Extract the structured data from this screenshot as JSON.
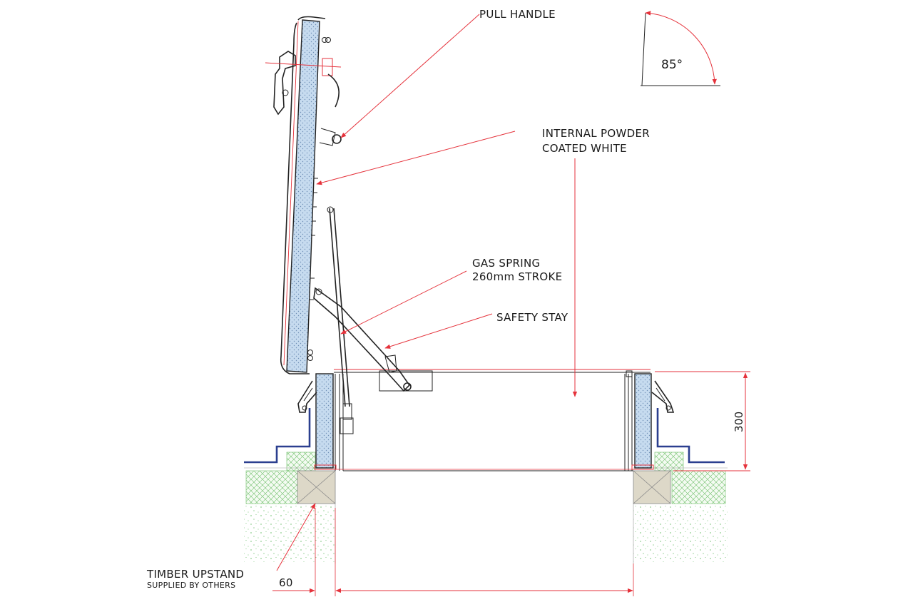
{
  "labels": {
    "pull_handle": "PULL HANDLE",
    "internal_powder_1": "INTERNAL POWDER",
    "internal_powder_2": "COATED WHITE",
    "gas_spring_1": "GAS SPRING",
    "gas_spring_2": "260mm STROKE",
    "safety_stay": "SAFETY STAY",
    "timber_upstand": "TIMBER UPSTAND",
    "supplied_by": "SUPPLIED BY OTHERS"
  },
  "dimensions": {
    "angle": "85°",
    "height": "300",
    "width": "60"
  },
  "colors": {
    "leader": "#e5323b",
    "insulation": "#b8cfe8",
    "flashing": "#2b3f8f",
    "timber": "#ddd8c8",
    "membrane": "#4caf50"
  }
}
